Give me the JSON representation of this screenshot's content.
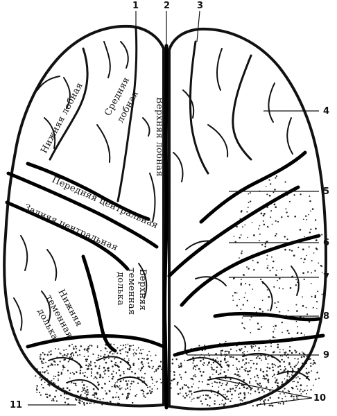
{
  "labels": {
    "inferior_frontal": "Нижняя лобная",
    "middle_frontal_1": "Средняя",
    "middle_frontal_2": "лобная",
    "superior_frontal": "Верхняя лобная",
    "precentral": "Передняя центральная",
    "postcentral": "Задняя центральная",
    "inferior_parietal_1": "Нижняя",
    "inferior_parietal_2": "теменная",
    "inferior_parietal_3": "долька",
    "superior_parietal_1": "Верхняя",
    "superior_parietal_2": "теменная",
    "superior_parietal_3": "долька"
  },
  "numbers": {
    "n1": "1",
    "n2": "2",
    "n3": "3",
    "n4": "4",
    "n5": "5",
    "n6": "6",
    "n7": "7",
    "n8": "8",
    "n9": "9",
    "n10": "10",
    "n11": "11"
  }
}
